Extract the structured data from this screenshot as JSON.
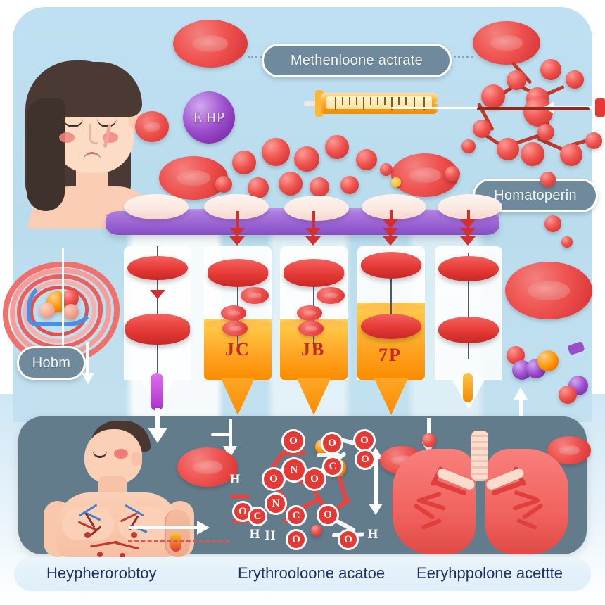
{
  "figure": {
    "title_chip": "Methenloone actrate",
    "secondary_chip": "Homatoperin",
    "left_chip": "Hobm",
    "badge_text": "E HP"
  },
  "vials": {
    "marks": [
      "JC",
      "JB",
      "7P"
    ]
  },
  "bottom_labels": [
    {
      "text": "Heypherorobtoy"
    },
    {
      "text": "Erythrooloone acatoe"
    },
    {
      "text": "Eeryhppolone acettte"
    }
  ],
  "chem_atoms": [
    {
      "symbol": "O"
    },
    {
      "symbol": "N"
    },
    {
      "symbol": "O"
    },
    {
      "symbol": "O"
    },
    {
      "symbol": "O"
    },
    {
      "symbol": "C"
    },
    {
      "symbol": "O"
    },
    {
      "symbol": "N"
    },
    {
      "symbol": "O"
    },
    {
      "symbol": "C"
    },
    {
      "symbol": "O"
    },
    {
      "symbol": "O"
    },
    {
      "symbol": "H"
    },
    {
      "symbol": "H"
    },
    {
      "symbol": "H"
    },
    {
      "symbol": "H"
    },
    {
      "symbol": "O"
    },
    {
      "symbol": "C"
    }
  ],
  "colors": {
    "panel_blue": "#b9dced",
    "dark_card": "#637c8c",
    "shelf_purple": "#9a62d4",
    "rbc_red": "#ef5350",
    "liquid_orange": "#ffa726",
    "chip_slate": "#6e8a9c",
    "label_navy": "#1f2f6b",
    "badge_purple": "#9c4dcc"
  }
}
